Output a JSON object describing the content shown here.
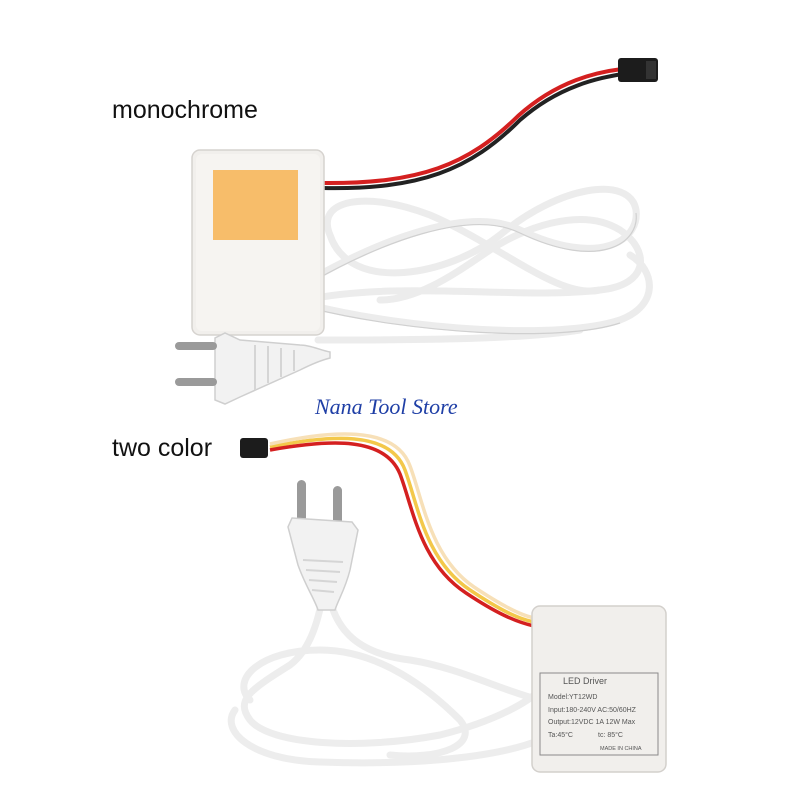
{
  "labels": {
    "monochrome": "monochrome",
    "two_color": "two color"
  },
  "watermark": "Nana Tool Store",
  "driver_label": {
    "title": "LED Driver",
    "model": "Model:YT12WD",
    "input": "Input:180-240V AC:50/60HZ",
    "output": "Output:12VDC 1A 12W Max",
    "ta": "Ta:45°C",
    "tc": "tc: 85°C",
    "origin": "MADE IN CHINA"
  },
  "colors": {
    "cable": "#f2f2f2",
    "red_wire": "#d42020",
    "yellow_wire": "#f3c84a",
    "sticker": "#f7bd6a",
    "watermark": "#1f3fa6"
  }
}
